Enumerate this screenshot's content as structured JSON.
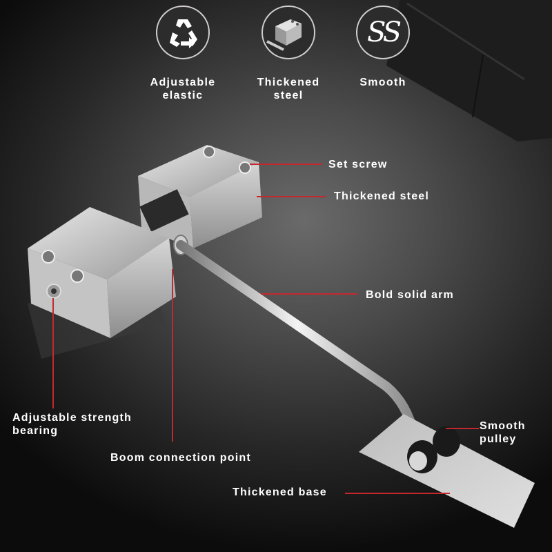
{
  "features": [
    {
      "icon": "recycle-icon",
      "label_line1": "Adjustable",
      "label_line2": "elastic"
    },
    {
      "icon": "steel-block-icon",
      "label_line1": "Thickened",
      "label_line2": "steel"
    },
    {
      "icon": "smooth-ss-icon",
      "icon_text": "SS",
      "label_line1": "Smooth",
      "label_line2": ""
    }
  ],
  "callouts": {
    "set_screw": "Set screw",
    "thickened_steel": "Thickened steel",
    "bold_solid_arm": "Bold solid arm",
    "adjustable_strength_line1": "Adjustable strength",
    "adjustable_strength_line2": "bearing",
    "boom_connection": "Boom connection point",
    "smooth_pulley_line1": "Smooth",
    "smooth_pulley_line2": "pulley",
    "thickened_base": "Thickened base"
  },
  "colors": {
    "accent_red": "#c4282f",
    "steel": "#c8c8c8",
    "background_dark": "#0c0c0c"
  }
}
